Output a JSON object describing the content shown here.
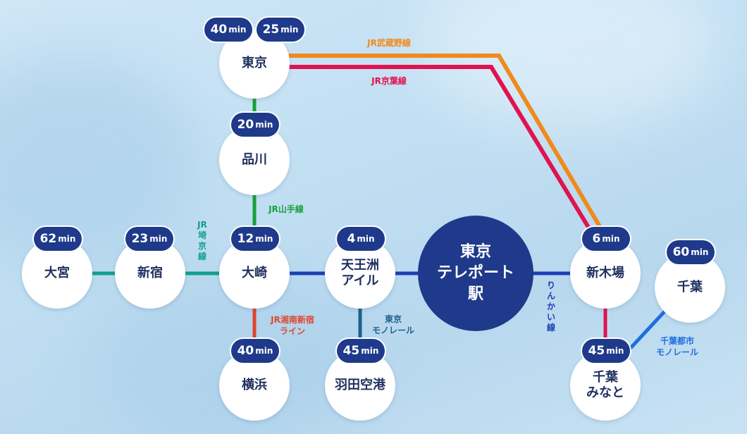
{
  "colors": {
    "background": "#c8e2f3",
    "station_fill": "#ffffff",
    "station_text": "#1f2f5e",
    "hub_fill": "#1f3a8a",
    "badge_fill": "#1f3a8a",
    "jr_musashino": "#f08a1c",
    "jr_keiyo": "#e0134f",
    "jr_yamanote": "#18a13a",
    "jr_saikyo": "#11a08c",
    "jr_shonan_shinjuku": "#e0452b",
    "rinkai": "#1d3fb4",
    "tokyo_monorail": "#1e5f8c",
    "chiba_monorail": "#1e6ee0"
  },
  "hub": {
    "name": "東京\nテレポート\n駅"
  },
  "stations": {
    "tokyo": {
      "name": "東京"
    },
    "shinagawa": {
      "name": "品川"
    },
    "osaki": {
      "name": "大崎"
    },
    "shinjuku": {
      "name": "新宿"
    },
    "omiya": {
      "name": "大宮"
    },
    "yokohama": {
      "name": "横浜"
    },
    "tennozu": {
      "name": "天王洲\nアイル"
    },
    "haneda": {
      "name": "羽田空港"
    },
    "shinkiba": {
      "name": "新木場"
    },
    "chiba_minato": {
      "name": "千葉\nみなと"
    },
    "chiba": {
      "name": "千葉"
    }
  },
  "badges": {
    "tokyo_a": {
      "value": "40",
      "unit": "min"
    },
    "tokyo_b": {
      "value": "25",
      "unit": "min"
    },
    "shinagawa": {
      "value": "20",
      "unit": "min"
    },
    "osaki": {
      "value": "12",
      "unit": "min"
    },
    "shinjuku": {
      "value": "23",
      "unit": "min"
    },
    "omiya": {
      "value": "62",
      "unit": "min"
    },
    "yokohama": {
      "value": "40",
      "unit": "min"
    },
    "tennozu": {
      "value": "4",
      "unit": "min"
    },
    "haneda": {
      "value": "45",
      "unit": "min"
    },
    "shinkiba": {
      "value": "6",
      "unit": "min"
    },
    "chiba_minato": {
      "value": "45",
      "unit": "min"
    },
    "chiba": {
      "value": "60",
      "unit": "min"
    }
  },
  "line_labels": {
    "jr_musashino": "JR武蔵野線",
    "jr_keiyo": "JR京葉線",
    "jr_yamanote": "JR山手線",
    "jr_saikyo": "JR埼京線",
    "jr_shonan_shinjuku": "JR湘南新宿\nライン",
    "tokyo_monorail": "東京\nモノレール",
    "rinkai": "りんかい線",
    "chiba_monorail": "千葉都市\nモノレール"
  }
}
